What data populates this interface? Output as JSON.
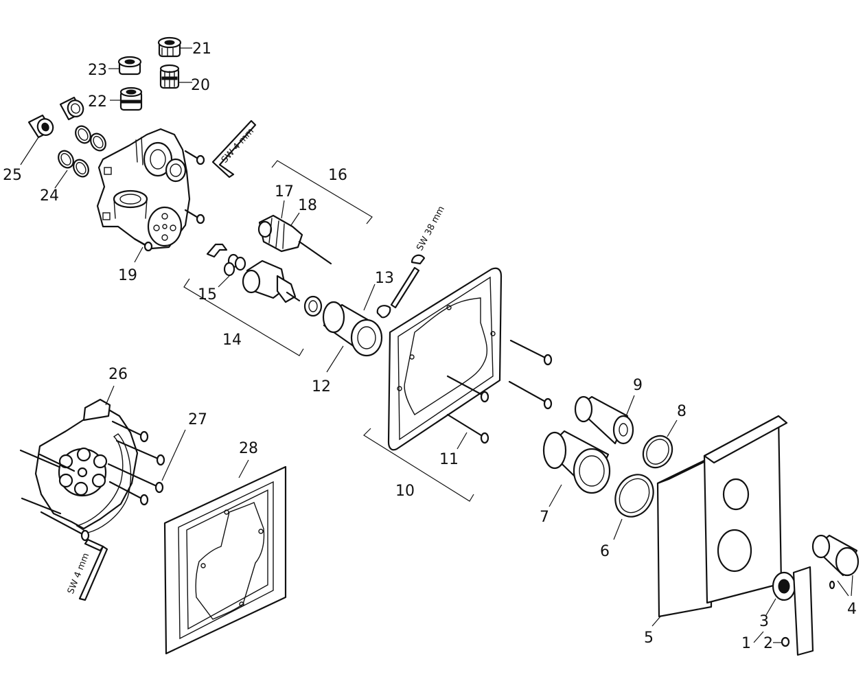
{
  "labels": {
    "1": "1",
    "2": "2",
    "3": "3",
    "4": "4",
    "5": "5",
    "6": "6",
    "7": "7",
    "8": "8",
    "9": "9",
    "10": "10",
    "11": "11",
    "12": "12",
    "13": "13",
    "14": "14",
    "15": "15",
    "16": "16",
    "17": "17",
    "18": "18",
    "19": "19",
    "20": "20",
    "21": "21",
    "22": "22",
    "23": "23",
    "24": "24",
    "25": "25",
    "26": "26",
    "27": "27",
    "28": "28"
  },
  "tools": {
    "hex_key_top": "SW 4 mm",
    "wrench": "SW 38 mm",
    "hex_key_bottom": "SW 4 mm"
  }
}
